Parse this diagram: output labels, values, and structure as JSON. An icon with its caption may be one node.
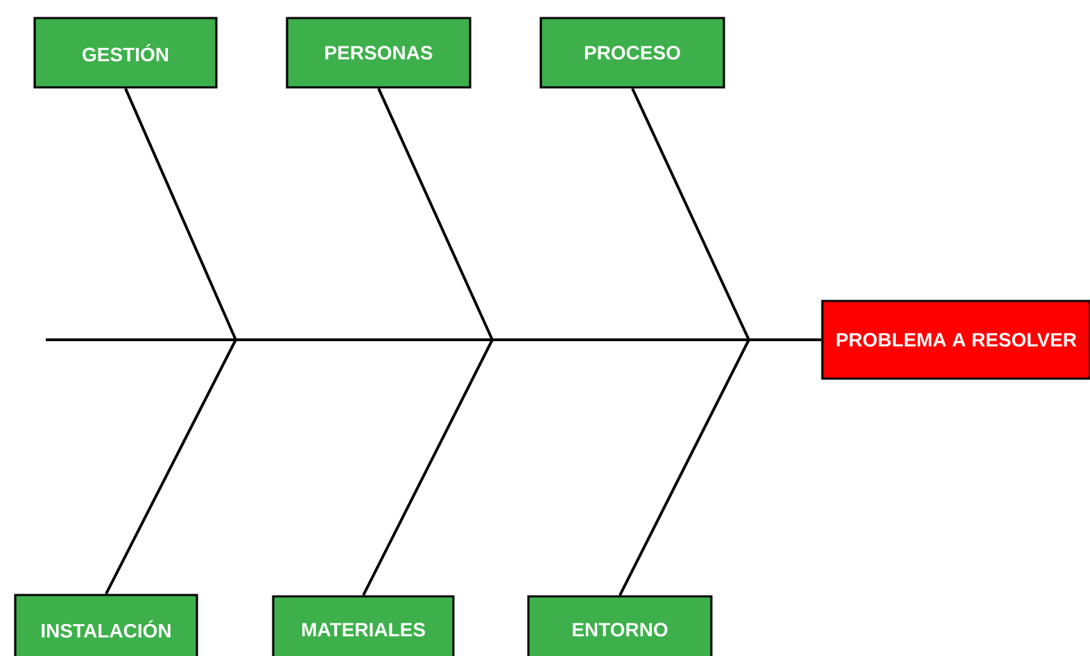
{
  "diagram": {
    "nodes": [
      {
        "text": [
          "GESTIÓN"
        ]
      },
      {
        "text": [
          "PERSONAS"
        ]
      },
      {
        "text": [
          "PROCESO"
        ]
      },
      {
        "text": [
          "PROBLEMA A RESOLVER"
        ]
      },
      {
        "text": [
          "INSTALACIÓN"
        ]
      },
      {
        "text": [
          "MATERIALES"
        ]
      },
      {
        "text": [
          "ENTORNO"
        ]
      }
    ],
    "edges": [
      {
        "from": null,
        "to": 3,
        "arrow": "none"
      },
      {
        "from": 0,
        "to": null,
        "arrow": "none"
      },
      {
        "from": 1,
        "to": null,
        "arrow": "none"
      },
      {
        "from": 2,
        "to": null,
        "arrow": "none"
      },
      {
        "from": 4,
        "to": null,
        "arrow": "none"
      },
      {
        "from": 5,
        "to": null,
        "arrow": "none"
      },
      {
        "from": 6,
        "to": null,
        "arrow": "none"
      }
    ]
  }
}
